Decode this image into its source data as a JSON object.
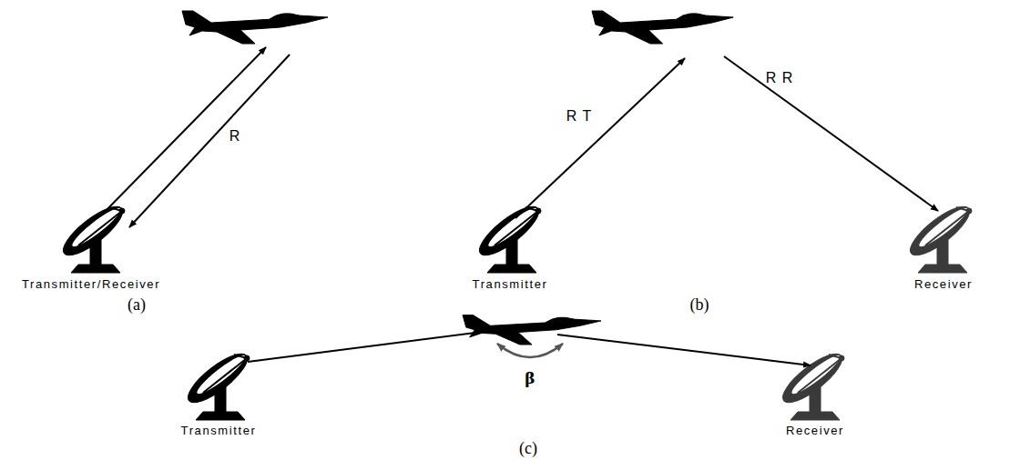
{
  "diagram": {
    "labels": [
      "Transmitter/Receiver",
      "(a)",
      "R",
      "Transmitter",
      "R T",
      "R R",
      "Receiver",
      "(b)",
      "Transmitter",
      "β",
      "Receiver",
      "(c)"
    ]
  }
}
